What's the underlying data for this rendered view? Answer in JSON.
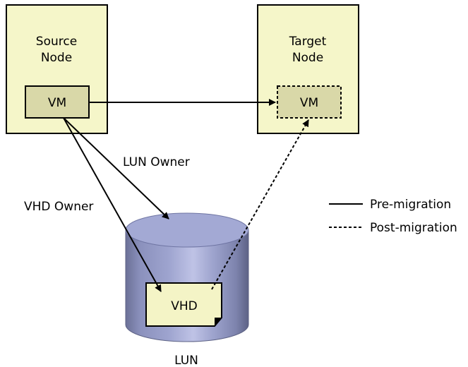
{
  "nodes": {
    "source": {
      "line1": "Source",
      "line2": "Node",
      "vm_label": "VM"
    },
    "target": {
      "line1": "Target",
      "line2": "Node",
      "vm_label": "VM"
    }
  },
  "storage": {
    "vhd_label": "VHD",
    "lun_label": "LUN"
  },
  "edges": {
    "lun_owner": "LUN Owner",
    "vhd_owner": "VHD Owner"
  },
  "legend": {
    "pre": "Pre-migration",
    "post": "Post-migration"
  },
  "colors": {
    "node_fill": "#f5f6c9",
    "vm_fill": "#d9d8a8",
    "cylinder_body": "#8b91bd",
    "cylinder_top": "#a3a9d4",
    "vhd_fill": "#f4f4c6"
  }
}
